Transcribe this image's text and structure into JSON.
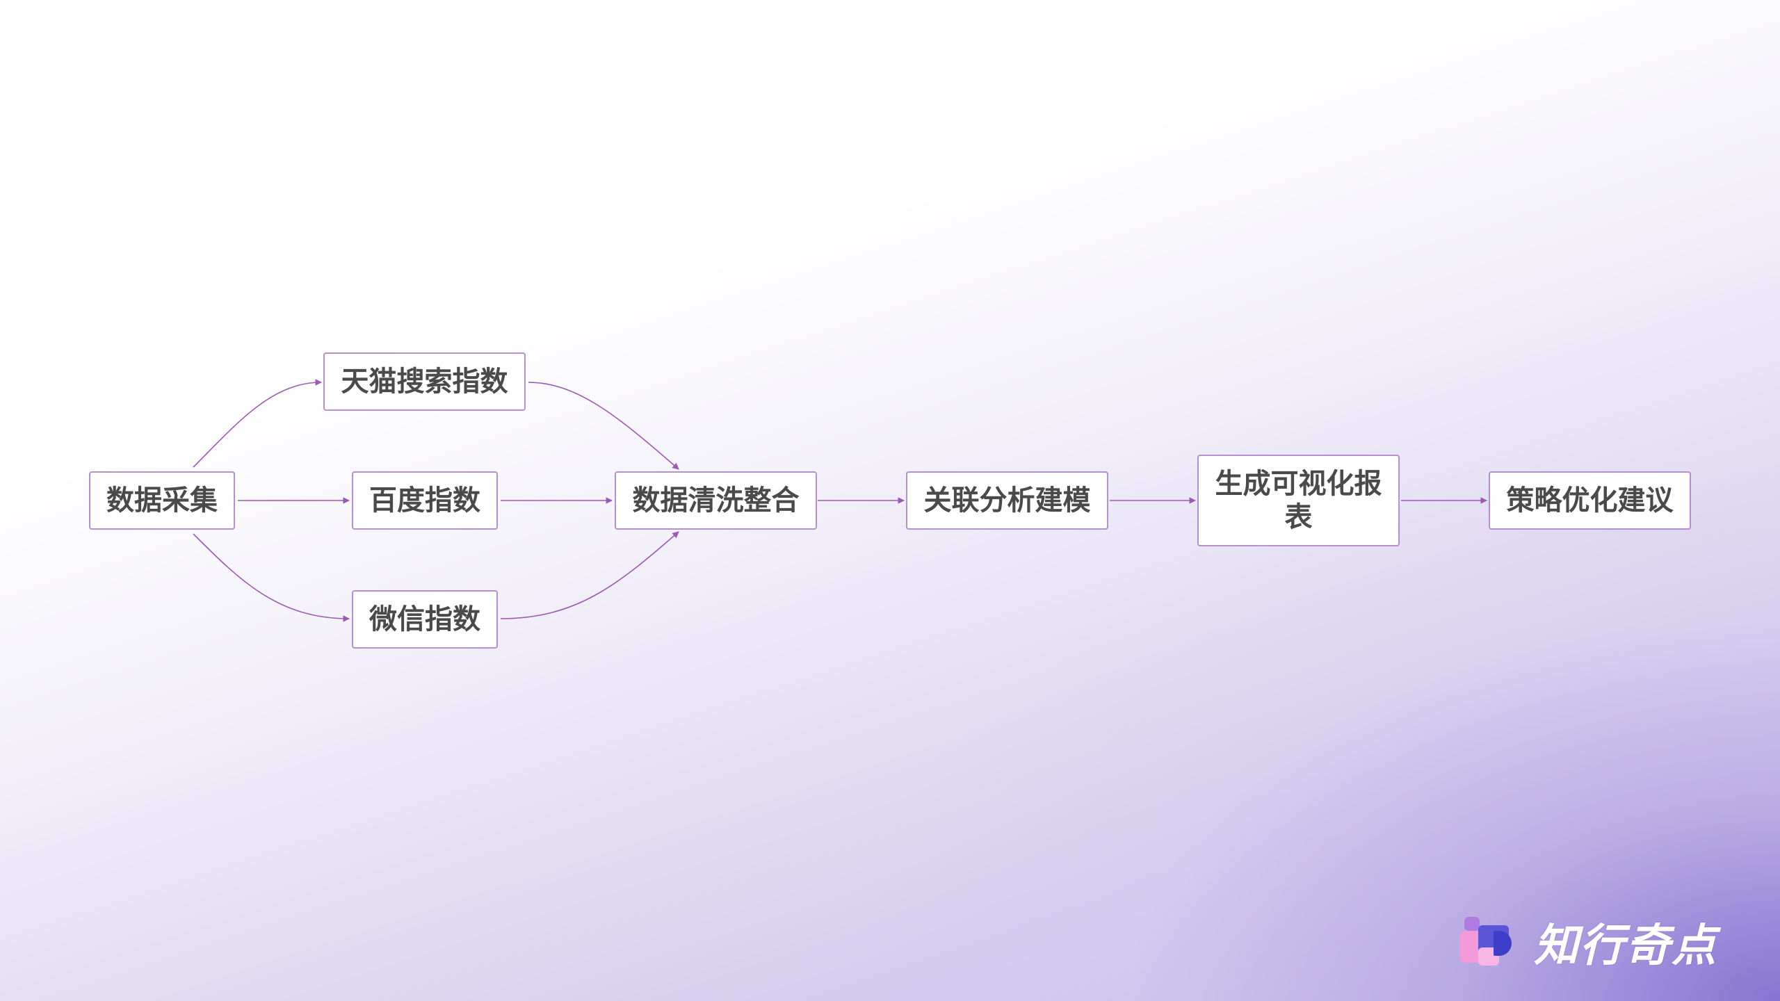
{
  "diagram": {
    "nodes": {
      "collect": "数据采集",
      "tmall": "天猫搜索指数",
      "baidu": "百度指数",
      "wechat": "微信指数",
      "clean": "数据清洗整合",
      "model": "关联分析建模",
      "report": "生成可视化报表",
      "strategy": "策略优化建议"
    },
    "edges": [
      {
        "from": "collect",
        "to": "tmall"
      },
      {
        "from": "collect",
        "to": "baidu"
      },
      {
        "from": "collect",
        "to": "wechat"
      },
      {
        "from": "tmall",
        "to": "clean"
      },
      {
        "from": "baidu",
        "to": "clean"
      },
      {
        "from": "wechat",
        "to": "clean"
      },
      {
        "from": "clean",
        "to": "model"
      },
      {
        "from": "model",
        "to": "report"
      },
      {
        "from": "report",
        "to": "strategy"
      }
    ],
    "edge_color": "#9b59b6",
    "border_color": "#b68fcf"
  },
  "logo": {
    "text": "知行奇点",
    "icon": "logo-blocks-icon"
  }
}
